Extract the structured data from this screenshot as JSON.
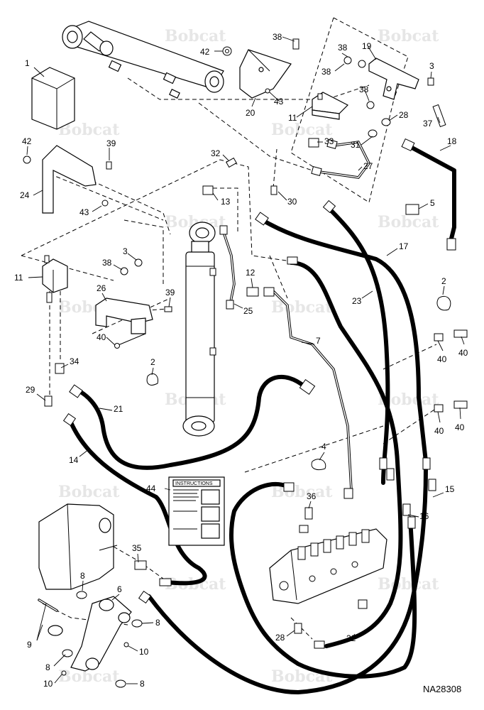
{
  "watermark": "Bobcat",
  "reference_code": "NA28308",
  "instructions_label": "INSTRUCTIONS",
  "callouts": [
    {
      "num": "1"
    },
    {
      "num": "38"
    },
    {
      "num": "42"
    },
    {
      "num": "20"
    },
    {
      "num": "43"
    },
    {
      "num": "38"
    },
    {
      "num": "19"
    },
    {
      "num": "38"
    },
    {
      "num": "3"
    },
    {
      "num": "38"
    },
    {
      "num": "11"
    },
    {
      "num": "28"
    },
    {
      "num": "37"
    },
    {
      "num": "42"
    },
    {
      "num": "39"
    },
    {
      "num": "33"
    },
    {
      "num": "31"
    },
    {
      "num": "18"
    },
    {
      "num": "32"
    },
    {
      "num": "27"
    },
    {
      "num": "24"
    },
    {
      "num": "13"
    },
    {
      "num": "30"
    },
    {
      "num": "5"
    },
    {
      "num": "43"
    },
    {
      "num": "17"
    },
    {
      "num": "3"
    },
    {
      "num": "12"
    },
    {
      "num": "2"
    },
    {
      "num": "11"
    },
    {
      "num": "38"
    },
    {
      "num": "26"
    },
    {
      "num": "39"
    },
    {
      "num": "25"
    },
    {
      "num": "23"
    },
    {
      "num": "7"
    },
    {
      "num": "40"
    },
    {
      "num": "40"
    },
    {
      "num": "40"
    },
    {
      "num": "34"
    },
    {
      "num": "2"
    },
    {
      "num": "29"
    },
    {
      "num": "21"
    },
    {
      "num": "40"
    },
    {
      "num": "40"
    },
    {
      "num": "14"
    },
    {
      "num": "4"
    },
    {
      "num": "44"
    },
    {
      "num": "15"
    },
    {
      "num": "36"
    },
    {
      "num": "16"
    },
    {
      "num": "35"
    },
    {
      "num": "8"
    },
    {
      "num": "6"
    },
    {
      "num": "8"
    },
    {
      "num": "9"
    },
    {
      "num": "28"
    },
    {
      "num": "22"
    },
    {
      "num": "10"
    },
    {
      "num": "8"
    },
    {
      "num": "10"
    },
    {
      "num": "8"
    }
  ]
}
